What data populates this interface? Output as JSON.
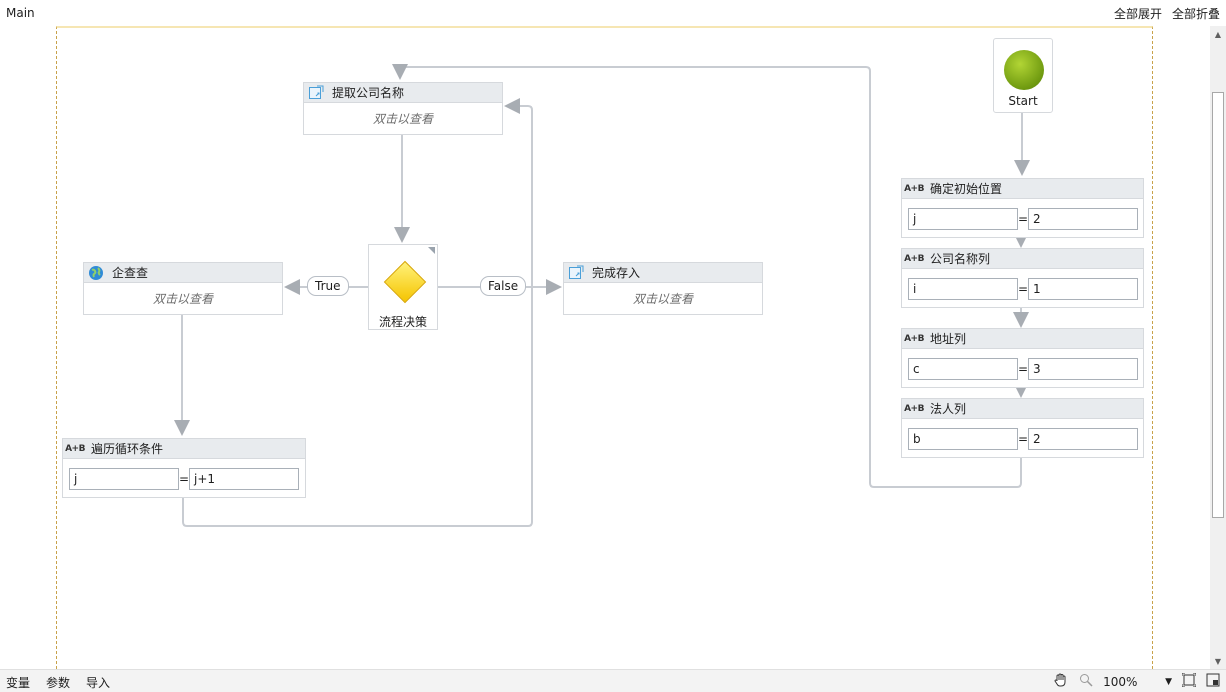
{
  "window": {
    "title": "Main"
  },
  "toolbar": {
    "expand_all": "全部展开",
    "collapse_all": "全部折叠"
  },
  "activities": {
    "extract_company": {
      "title": "提取公司名称",
      "hint": "双击以查看"
    },
    "qichacha": {
      "title": "企查查",
      "hint": "双击以查看"
    },
    "finish_save": {
      "title": "完成存入",
      "hint": "双击以查看"
    },
    "loop_condition": {
      "title": "遍历循环条件",
      "left": "j",
      "right": "j+1"
    }
  },
  "decision": {
    "label": "流程决策",
    "true_label": "True",
    "false_label": "False"
  },
  "start": {
    "label": "Start"
  },
  "assigns": [
    {
      "title": "确定初始位置",
      "left": "j",
      "right": "2"
    },
    {
      "title": "公司名称列",
      "left": "i",
      "right": "1"
    },
    {
      "title": "地址列",
      "left": "c",
      "right": "3"
    },
    {
      "title": "法人列",
      "left": "b",
      "right": "2"
    }
  ],
  "assign_icon": "A+B",
  "equals": "=",
  "bottom": {
    "tabs": [
      "变量",
      "参数",
      "导入"
    ],
    "zoom": "100%"
  },
  "icons": [
    "sequence-icon",
    "globe-icon",
    "assign-icon",
    "hand-icon",
    "zoom-icon",
    "fit-icon",
    "overview-icon"
  ]
}
